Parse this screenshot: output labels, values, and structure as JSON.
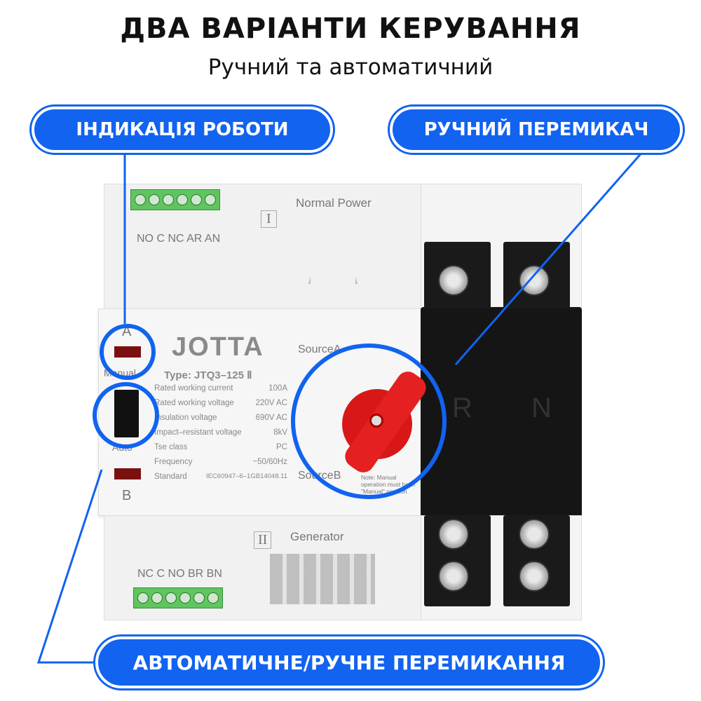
{
  "header": {
    "title": "ДВА ВАРІАНТИ КЕРУВАННЯ",
    "subtitle": "Ручний та автоматичний"
  },
  "callouts": {
    "indication": "ІНДИКАЦІЯ РОБОТИ",
    "manual_switch": "РУЧНИЙ ПЕРЕМИКАЧ",
    "auto_manual": "АВТОМАТИЧНЕ/РУЧНЕ ПЕРЕМИКАННЯ"
  },
  "accent_color": "#1163f0",
  "device": {
    "brand": "JOTTA",
    "type": "Type:  JTQ3–125 Ⅱ",
    "top_terminals": "NO C NC AR AN",
    "bottom_terminals": "NC C NO BR BN",
    "module_1_numeral": "I",
    "module_1_label": "Normal Power",
    "module_2_numeral": "II",
    "module_2_label": "Generator",
    "led_a": "A",
    "led_b": "B",
    "switch_top": "Manual",
    "switch_bottom": "Auto",
    "source_a": "SourceA",
    "source_b": "SourceB",
    "note": "Note: Manual operation must be in \"Manual\" position",
    "pole_r": "R",
    "pole_n": "N",
    "specs": [
      {
        "k": "Rated working current",
        "v": "100A"
      },
      {
        "k": "Rated working voltage",
        "v": "220V AC"
      },
      {
        "k": "Insulation voltage",
        "v": "690V AC"
      },
      {
        "k": "Impact–resistant voltage",
        "v": "8kV"
      },
      {
        "k": "Tse class",
        "v": "PC"
      },
      {
        "k": "Frequency",
        "v": "~50/60Hz"
      },
      {
        "k": "Standard",
        "v": "IEC60947–6–1GB14048.11"
      }
    ]
  }
}
